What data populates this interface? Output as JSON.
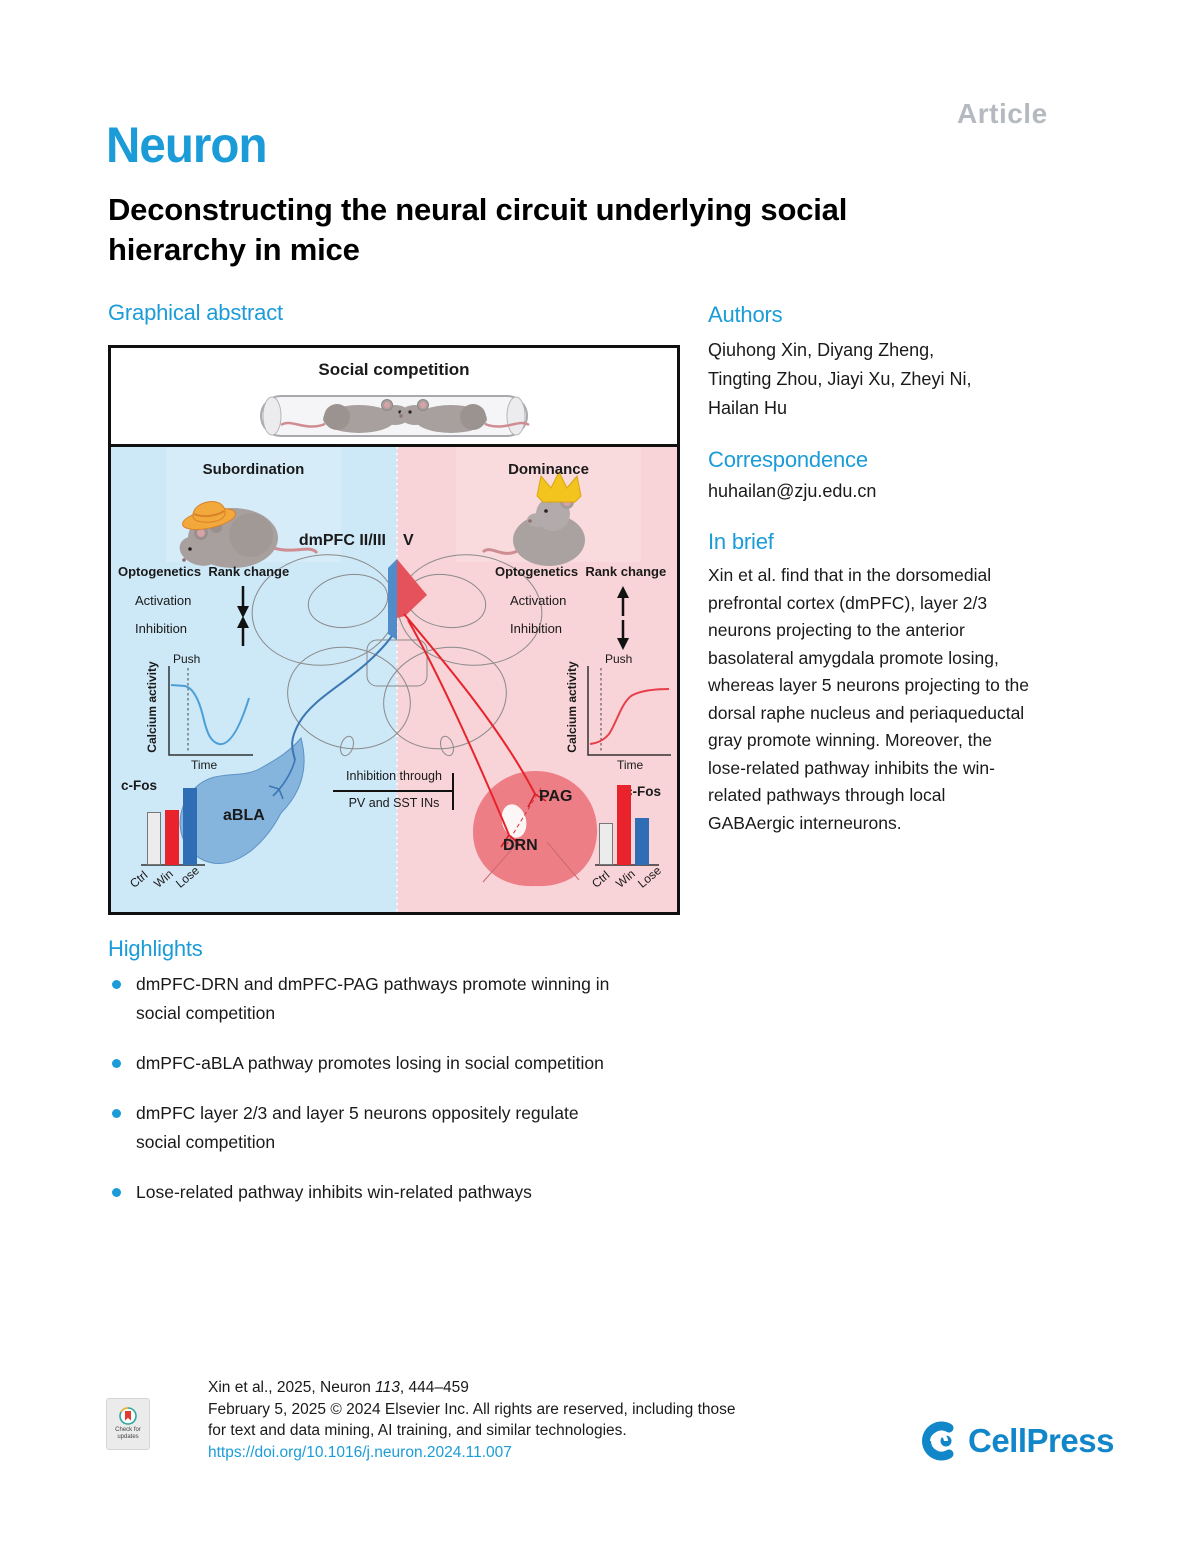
{
  "page": {
    "article_tag": "Article",
    "journal": "Neuron",
    "title": {
      "line1": "Deconstructing the neural circuit underlying social",
      "line2": "hierarchy in mice"
    }
  },
  "sections": {
    "graphical_abstract": "Graphical abstract",
    "authors": "Authors",
    "correspondence": "Correspondence",
    "in_brief": "In brief",
    "highlights": "Highlights"
  },
  "authors": {
    "lines": [
      "Qiuhong Xin, Diyang Zheng,",
      "Tingting Zhou, Jiayi Xu, Zheyi Ni,",
      "Hailan Hu"
    ]
  },
  "correspondence_email": "huhailan@zju.edu.cn",
  "in_brief_lines": [
    "Xin et al. find that in the dorsomedial",
    "prefrontal cortex (dmPFC), layer 2/3",
    "neurons projecting to the anterior",
    "basolateral amygdala promote losing,",
    "whereas layer 5 neurons projecting to the",
    "dorsal raphe nucleus and periaqueductal",
    "gray promote winning. Moreover, the",
    "lose-related pathway inhibits the win-",
    "related pathways through local",
    "GABAergic interneurons."
  ],
  "highlights": [
    {
      "lines": [
        "dmPFC-DRN and dmPFC-PAG pathways promote winning in",
        "social competition"
      ]
    },
    {
      "lines": [
        "dmPFC-aBLA pathway promotes losing in social competition"
      ]
    },
    {
      "lines": [
        "dmPFC layer 2/3 and layer 5 neurons oppositely regulate",
        "social competition"
      ]
    },
    {
      "lines": [
        "Lose-related pathway inhibits win-related pathways"
      ]
    }
  ],
  "abstract_fig": {
    "social_competition": "Social competition",
    "subordination": "Subordination",
    "dominance": "Dominance",
    "dmpfc_layers": "dmPFC II/III",
    "layer_v": "V",
    "left": {
      "optogenetics": "Optogenetics",
      "rank_change": "Rank change",
      "activation": "Activation",
      "inhibition": "Inhibition",
      "calcium_axis": "Calcium activity",
      "push": "Push",
      "time": "Time",
      "cfos": "c-Fos",
      "region": "aBLA",
      "bar_categories": [
        "Ctrl",
        "Win",
        "Lose"
      ],
      "bars": [
        {
          "h": 53,
          "c": "#ececec",
          "border": true
        },
        {
          "h": 55,
          "c": "#e8232b"
        },
        {
          "h": 77,
          "c": "#2f6db5"
        }
      ]
    },
    "right": {
      "optogenetics": "Optogenetics",
      "rank_change": "Rank change",
      "activation": "Activation",
      "inhibition": "Inhibition",
      "calcium_axis": "Calcium activity",
      "push": "Push",
      "time": "Time",
      "cfos": "c-Fos",
      "region_pag": "PAG",
      "region_drn": "DRN",
      "bar_categories": [
        "Ctrl",
        "Win",
        "Lose"
      ],
      "bars": [
        {
          "h": 42,
          "c": "#ececec",
          "border": true
        },
        {
          "h": 80,
          "c": "#e8232b"
        },
        {
          "h": 47,
          "c": "#2f6db5"
        }
      ]
    },
    "inhibition_note_line1": "Inhibition through",
    "inhibition_note_line2": "PV and SST INs"
  },
  "colors": {
    "accent_blue": "#1b9cd8",
    "panel_blue": "#cde8f7",
    "panel_pink": "#f8d3d7",
    "win_red": "#e8232b",
    "lose_blue": "#2f6db5"
  },
  "footer": {
    "citation_pre": "Xin et al., 2025, Neuron ",
    "citation_volume": "113",
    "citation_post": ", 444–459",
    "line2": "February 5, 2025 © 2024 Elsevier Inc. All rights are reserved, including those",
    "line3": "for text and data mining, AI training, and similar technologies.",
    "doi": "https://doi.org/10.1016/j.neuron.2024.11.007",
    "update_badge": "Check for updates",
    "publisher": "CellPress"
  }
}
